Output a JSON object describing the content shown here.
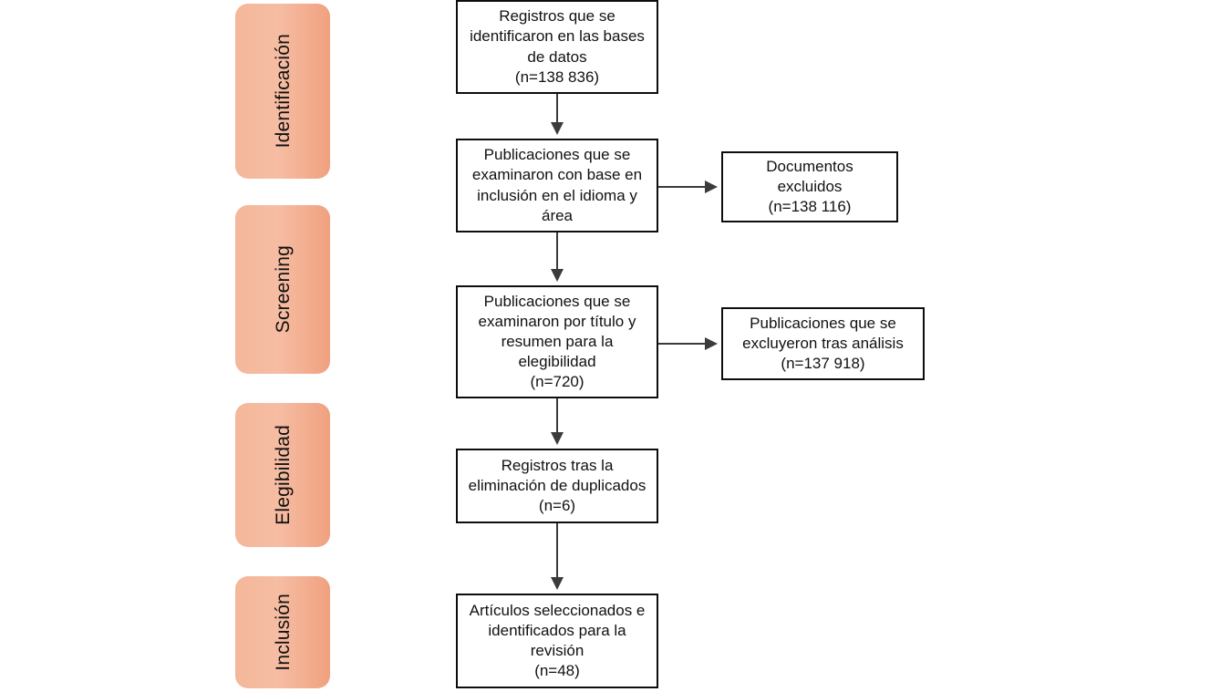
{
  "diagram": {
    "title": "PRISMA flow diagram",
    "language": "es",
    "colors": {
      "stage_fill_light": "#f4b79a",
      "stage_fill_dark": "#f0a17f",
      "box_border": "#0d0d0d",
      "box_fill": "#ffffff",
      "text": "#111111",
      "background": "#ffffff"
    }
  },
  "stages": [
    {
      "id": "identificacion",
      "label": "Identificación"
    },
    {
      "id": "screening",
      "label": "Screening"
    },
    {
      "id": "elegibilidad",
      "label": "Elegibilidad"
    },
    {
      "id": "inclusion",
      "label": "Inclusión"
    }
  ],
  "flow_boxes": [
    {
      "id": "identificados",
      "text": "Registros que se\nidentificaron en las bases\nde datos\n(n=138 836)",
      "count_label": "(n=138 836)",
      "count": 138836
    },
    {
      "id": "idioma_area",
      "text": "Publicaciones que se\nexaminaron con base en\ninclusión en el idioma y\nárea",
      "count_label": "",
      "count": null
    },
    {
      "id": "titulo_resumen",
      "text": "Publicaciones que se\nexaminaron por título y\nresumen para la\nelegibilidad\n(n=720)",
      "count_label": "(n=720)",
      "count": 720
    },
    {
      "id": "duplicados",
      "text": "Registros tras la\neliminación de duplicados\n(n=6)",
      "count_label": "(n=6)",
      "count": 6
    },
    {
      "id": "seleccionados",
      "text": "Artículos seleccionados e\nidentificados para la\nrevisión\n(n=48)",
      "count_label": "(n=48)",
      "count": 48
    }
  ],
  "exclusion_boxes": [
    {
      "id": "documentos_excluidos",
      "text": "Documentos\nexcluidos\n(n=138 116)",
      "count_label": "(n=138 116)",
      "count": 138116
    },
    {
      "id": "excluidos_analisis",
      "text": "Publicaciones que se\nexcluyeron tras análisis\n(n=137 918)",
      "count_label": "(n=137 918)",
      "count": 137918
    }
  ]
}
